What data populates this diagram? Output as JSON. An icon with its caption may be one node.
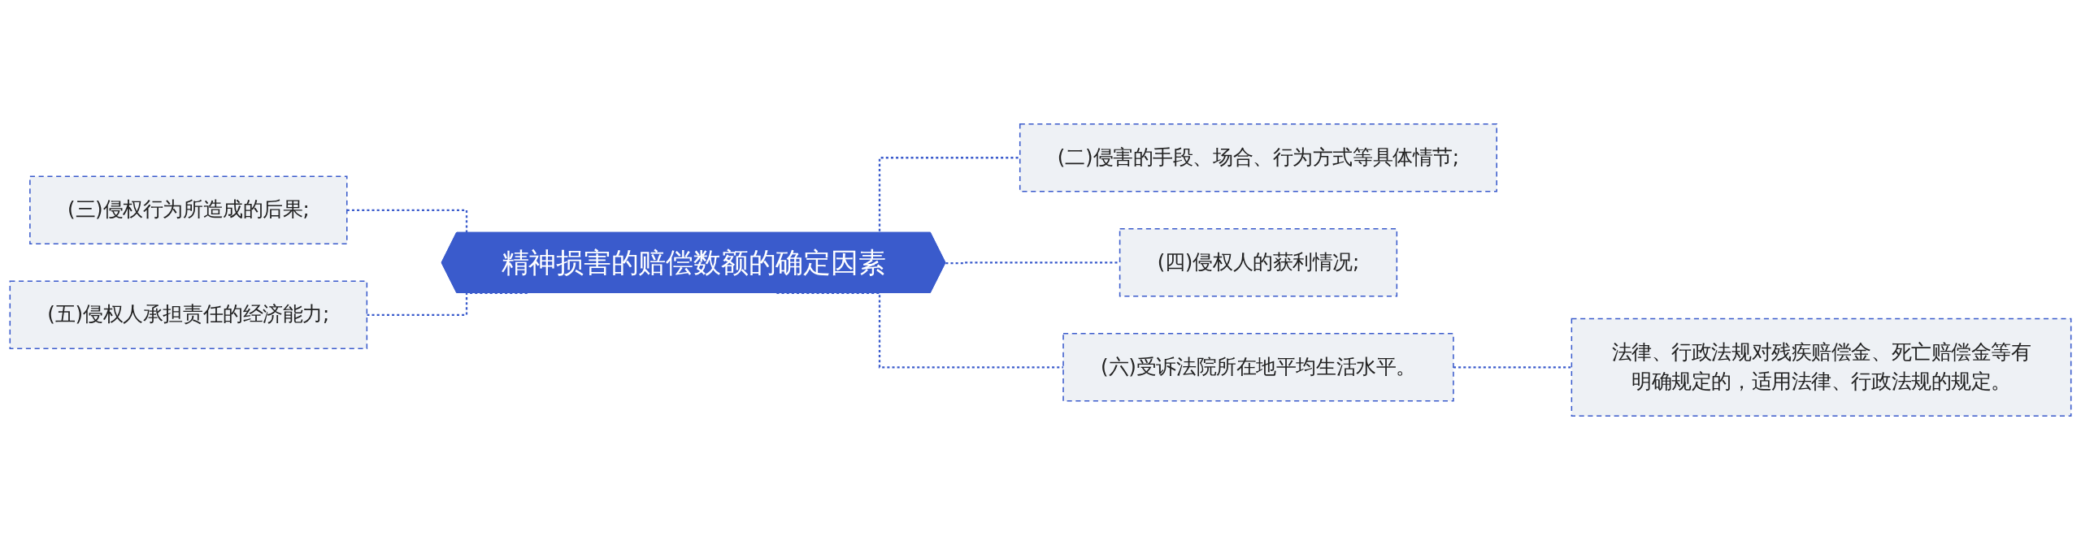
{
  "diagram": {
    "nodes": [
      {
        "text": [
          "精神损害的赔偿数额的确定因素"
        ]
      },
      {
        "text": [
          "(二)侵害的手段、场合、行为方式等具体情节;"
        ]
      },
      {
        "text": [
          "(三)侵权行为所造成的后果;"
        ]
      },
      {
        "text": [
          "(四)侵权人的获利情况;"
        ]
      },
      {
        "text": [
          "(五)侵权人承担责任的经济能力;"
        ]
      },
      {
        "text": [
          "(六)受诉法院所在地平均生活水平。"
        ]
      },
      {
        "text": [
          "法律、行政法规对残疾赔偿金、死亡赔偿金等有明确规定的，适用法律、行政法规的规定。"
        ]
      }
    ],
    "edges": [
      {
        "from": 0,
        "to": 1,
        "arrow": "none",
        "style": "dashed"
      },
      {
        "from": 0,
        "to": 2,
        "arrow": "none",
        "style": "dashed"
      },
      {
        "from": 0,
        "to": 3,
        "arrow": "none",
        "style": "dashed"
      },
      {
        "from": 0,
        "to": 4,
        "arrow": "none",
        "style": "dashed"
      },
      {
        "from": 0,
        "to": 5,
        "arrow": "none",
        "style": "dashed"
      },
      {
        "from": 5,
        "to": 6,
        "arrow": "none",
        "style": "dashed"
      }
    ]
  }
}
